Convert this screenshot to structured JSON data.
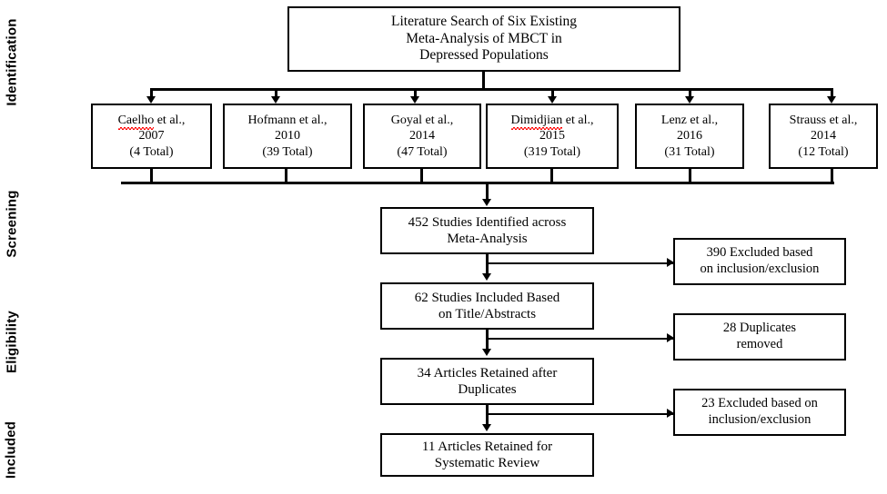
{
  "diagram": {
    "title_box": {
      "lines": [
        "Literature Search of Six Existing",
        "Meta-Analysis of MBCT in",
        "Depressed Populations"
      ]
    },
    "phases": [
      {
        "label": "Identification"
      },
      {
        "label": "Screening"
      },
      {
        "label": "Eligibility"
      },
      {
        "label": "Included"
      }
    ],
    "sources": [
      {
        "author": "Caelho et al.,",
        "year": "2007",
        "total": "(4 Total)",
        "misspelled_word": "Caelho",
        "rest": " et al.,"
      },
      {
        "author": "Hofmann et al.,",
        "year": "2010",
        "total": "(39 Total)",
        "misspelled_word": "",
        "rest": "Hofmann et al.,"
      },
      {
        "author": "Goyal et al.,",
        "year": "2014",
        "total": "(47 Total)",
        "misspelled_word": "",
        "rest": "Goyal et al.,"
      },
      {
        "author": "Dimidjian et al.,",
        "year": "2015",
        "total": "(319 Total)",
        "misspelled_word": "Dimidjian",
        "rest": " et al.,"
      },
      {
        "author": "Lenz et al.,",
        "year": "2016",
        "total": "(31 Total)",
        "misspelled_word": "",
        "rest": "Lenz et al.,"
      },
      {
        "author": "Strauss et al.,",
        "year": "2014",
        "total": "(12 Total)",
        "misspelled_word": "",
        "rest": "Strauss et al.,"
      }
    ],
    "main_flow": [
      {
        "line1": "452 Studies Identified across",
        "line2": "Meta-Analysis"
      },
      {
        "line1": "62 Studies Included Based",
        "line2": "on Title/Abstracts"
      },
      {
        "line1": "34 Articles Retained after",
        "line2": "Duplicates"
      },
      {
        "line1": "11 Articles Retained for",
        "line2": "Systematic Review"
      }
    ],
    "exclusions": [
      {
        "line1": "390 Excluded based",
        "line2": "on inclusion/exclusion"
      },
      {
        "line1": "28 Duplicates",
        "line2": "removed"
      },
      {
        "line1": "23 Excluded based on",
        "line2": "inclusion/exclusion"
      }
    ],
    "colors": {
      "border": "#000000",
      "background": "#ffffff",
      "text": "#000000",
      "spellcheck_underline": "#ff0000"
    }
  }
}
